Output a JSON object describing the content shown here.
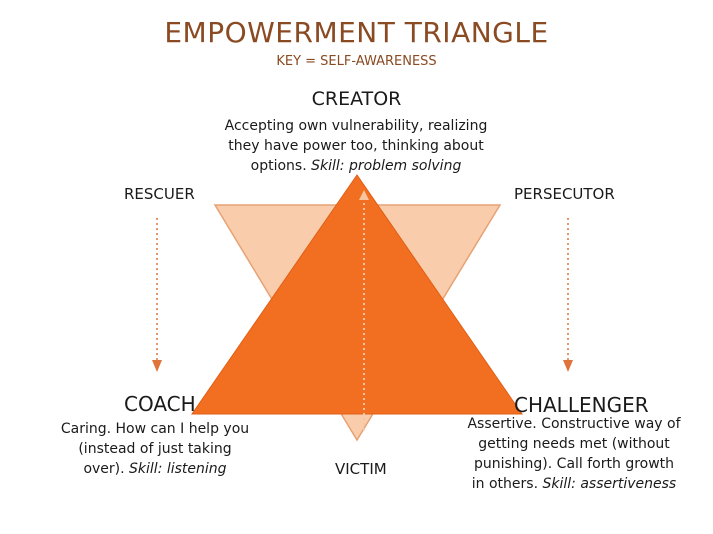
{
  "title": "EMPOWERMENT TRIANGLE",
  "subtitle": "KEY = SELF-AWARENESS",
  "creator": {
    "label": "CREATOR",
    "desc_line1": "Accepting own vulnerability, realizing",
    "desc_line2": "they have power too, thinking about",
    "desc_line3_plain": "options. ",
    "desc_line3_skill": "Skill: problem solving"
  },
  "rescuer": {
    "label": "RESCUER"
  },
  "persecutor": {
    "label": "PERSECUTOR"
  },
  "victim": {
    "label": "VICTIM"
  },
  "coach": {
    "label": "COACH",
    "desc_line1": "Caring. How can I help you",
    "desc_line2": "(instead of just taking",
    "desc_line3_plain": "over). ",
    "desc_line3_skill": "Skill: listening"
  },
  "challenger": {
    "label": "CHALLENGER",
    "desc_line1": "Assertive. Constructive way of",
    "desc_line2": "getting needs met (without",
    "desc_line3": "punishing). Call forth growth",
    "desc_line4_plain": "in others. ",
    "desc_line4_skill": "Skill: assertiveness"
  },
  "colors": {
    "title": "#8a4a22",
    "triangle_main": "#f26f21",
    "triangle_back": "#f8c6a3",
    "arrow": "#e0733a"
  }
}
